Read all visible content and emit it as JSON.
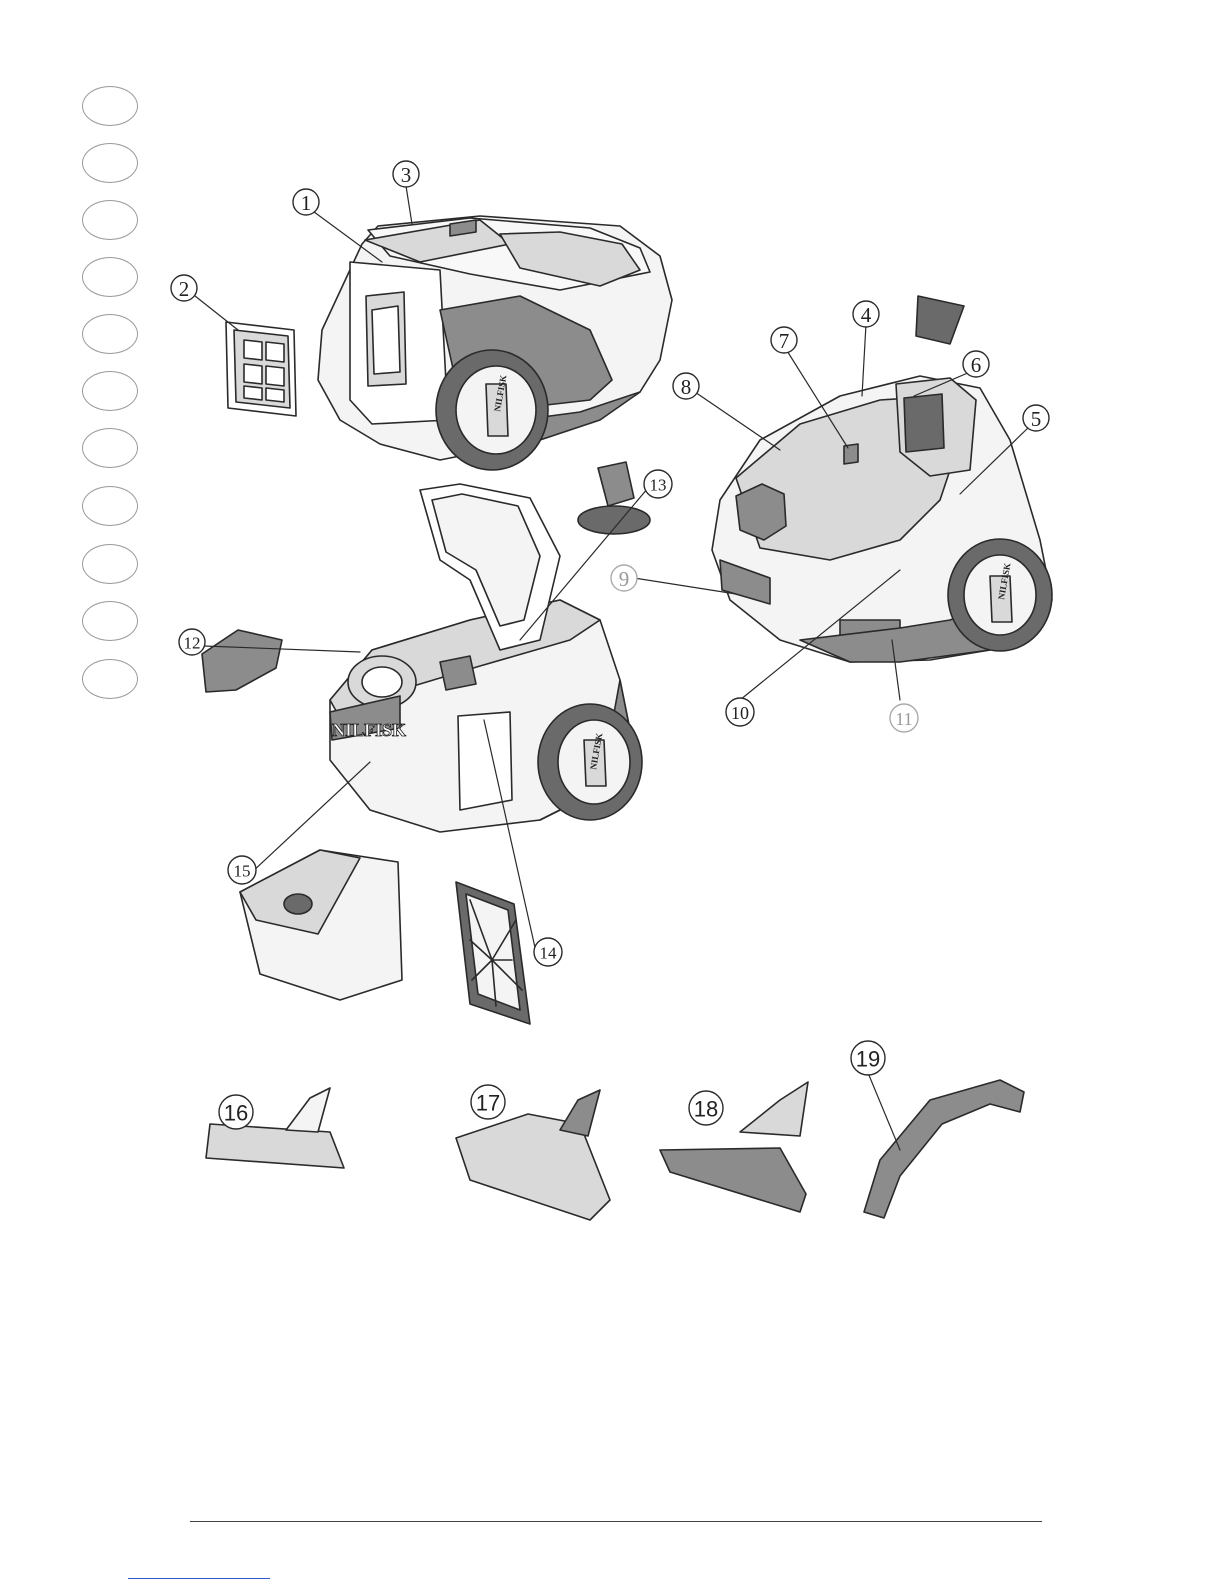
{
  "diagram": {
    "callouts": [
      {
        "id": "1",
        "label": "1"
      },
      {
        "id": "2",
        "label": "2"
      },
      {
        "id": "3",
        "label": "3"
      },
      {
        "id": "4",
        "label": "4"
      },
      {
        "id": "5",
        "label": "5"
      },
      {
        "id": "6",
        "label": "6"
      },
      {
        "id": "7",
        "label": "7"
      },
      {
        "id": "8",
        "label": "8"
      },
      {
        "id": "9",
        "label": "9"
      },
      {
        "id": "10",
        "label": "10"
      },
      {
        "id": "11",
        "label": "11"
      },
      {
        "id": "12",
        "label": "12"
      },
      {
        "id": "13",
        "label": "13"
      },
      {
        "id": "14",
        "label": "14"
      },
      {
        "id": "15",
        "label": "15"
      },
      {
        "id": "16",
        "label": "16"
      },
      {
        "id": "17",
        "label": "17"
      },
      {
        "id": "18",
        "label": "18"
      },
      {
        "id": "19",
        "label": "19"
      }
    ],
    "brand_mark": "NILFISK",
    "side_tab_count": 11
  },
  "colors": {
    "line": "#2a2a2a",
    "body_fill": "#f4f4f4",
    "panel_fill": "#d9d9d9",
    "dark_fill": "#8c8c8c",
    "tire_fill": "#6a6a6a"
  }
}
